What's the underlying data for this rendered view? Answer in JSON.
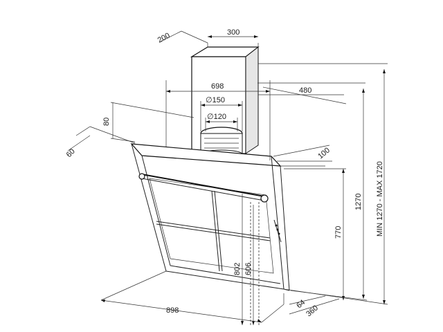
{
  "dimensions": {
    "chimney_depth": "200",
    "chimney_width": "300",
    "body_width_top": "698",
    "depth_top": "480",
    "outlet_outer": "∅150",
    "outlet_inner": "∅120",
    "offset_80": "80",
    "offset_60": "60",
    "offset_100": "100",
    "height_range": "MIN 1270 - MAX 1720",
    "height_1270": "1270",
    "height_770": "770",
    "height_802": "802",
    "height_606": "606",
    "width_bottom": "898",
    "depth_64": "64",
    "depth_360": "360"
  }
}
